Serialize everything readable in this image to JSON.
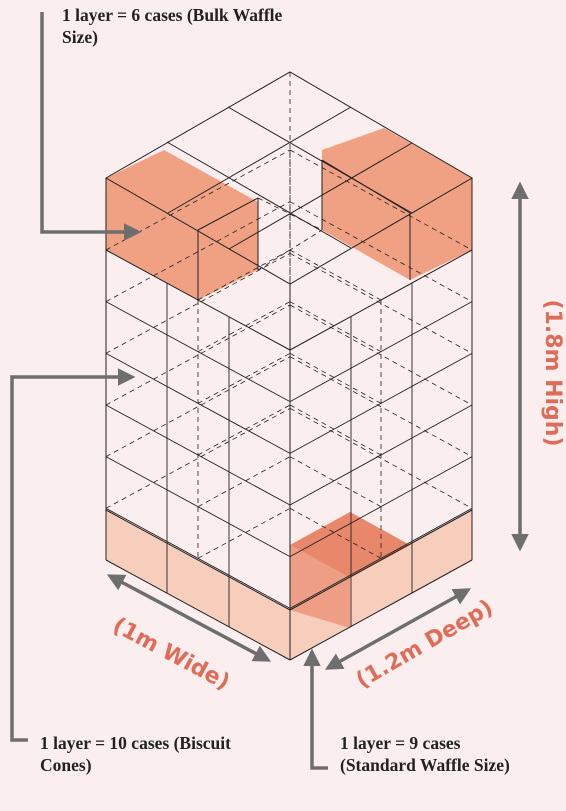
{
  "labels": {
    "bulk": "1 layer = 6 cases (Bulk Waffle Size)",
    "biscuit": "1 layer = 10 cases (Biscuit Cones)",
    "standard": "1 layer = 9 cases (Standard Waffle Size)"
  },
  "dimensions": {
    "wide": "(1m Wide)",
    "deep": "(1.2m Deep)",
    "high": "(1.8m High)"
  },
  "colors": {
    "background": "#fbeeee",
    "highlight": "#f0a083",
    "highlight_light": "#f7cdbc",
    "highlight_dark": "#e8876a",
    "accent_text": "#e06c57",
    "arrow": "#6e6e6e",
    "line": "#222222"
  },
  "pallet": {
    "rows_of_cases": 6
  }
}
